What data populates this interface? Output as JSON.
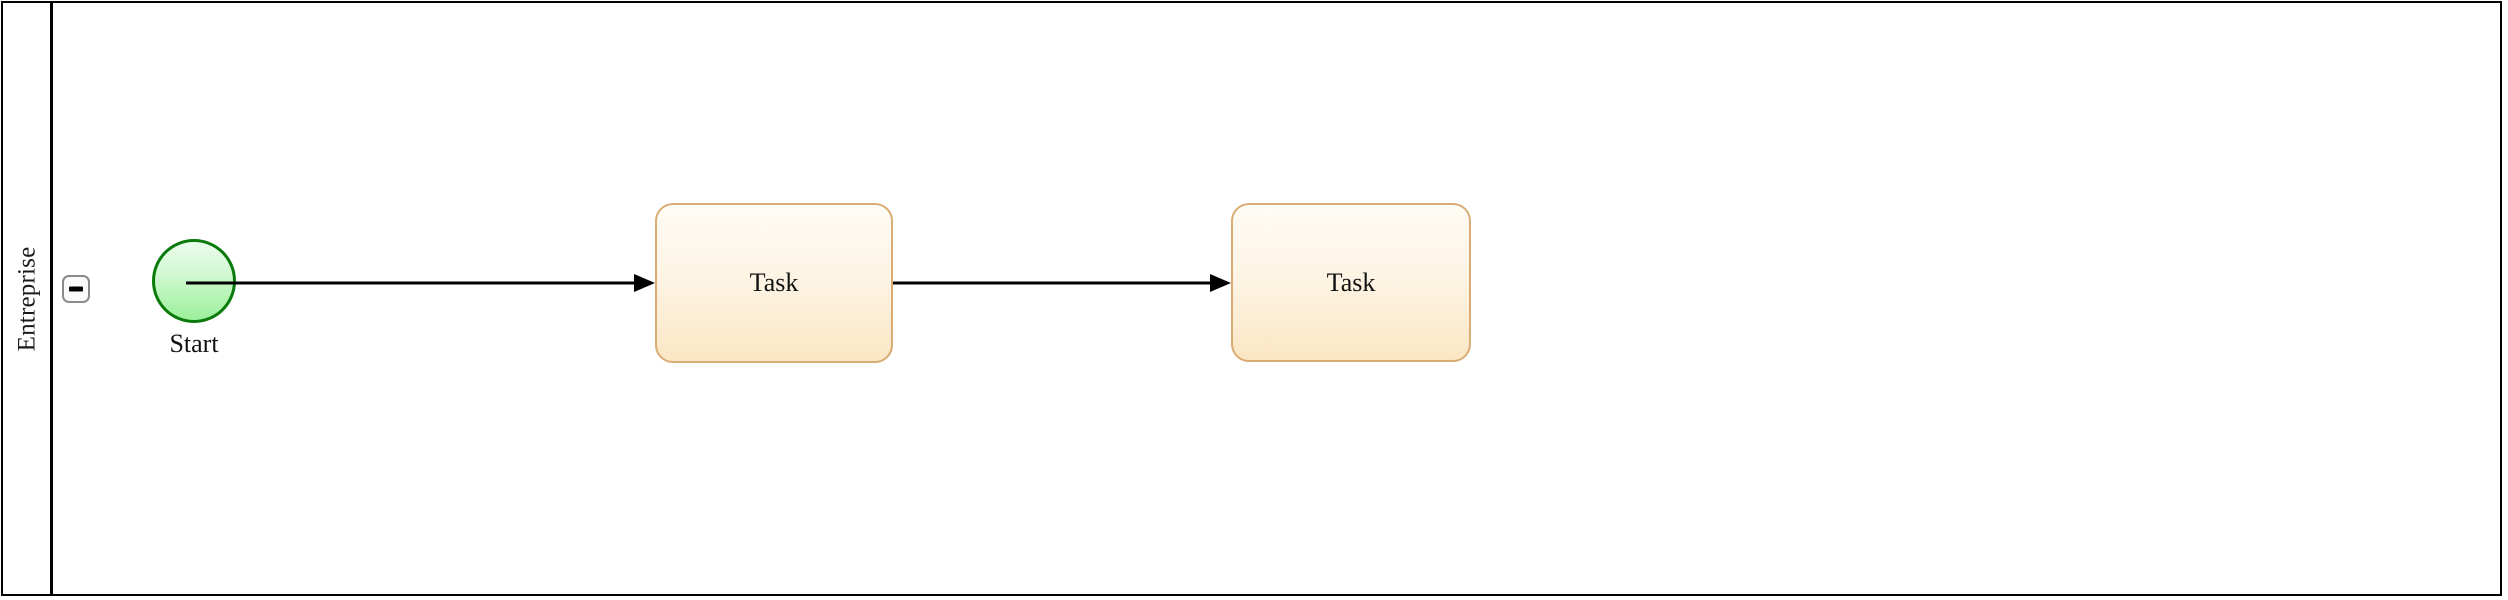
{
  "diagram": {
    "type": "bpmn-process",
    "pool": {
      "lane_title": "Entreprise",
      "collapse_button_icon": "minus-icon"
    },
    "nodes": [
      {
        "id": "start-event",
        "kind": "start-event",
        "label": "Start",
        "shape": "circle",
        "stroke": "#0a7a0a",
        "fill_top": "#ecfdec",
        "fill_bottom": "#9bf09b"
      },
      {
        "id": "task-1",
        "kind": "task",
        "label": "Task",
        "shape": "rounded-rect",
        "stroke": "#d9ac74",
        "fill_top": "#fefcf6",
        "fill_bottom": "#fbe6c4"
      },
      {
        "id": "task-2",
        "kind": "task",
        "label": "Task",
        "shape": "rounded-rect",
        "stroke": "#d9ac74",
        "fill_top": "#fefcf6",
        "fill_bottom": "#fbe6c4"
      }
    ],
    "flows": [
      {
        "id": "flow-1",
        "from": "start-event",
        "to": "task-1",
        "style": "solid-arrow",
        "color": "#000000"
      },
      {
        "id": "flow-2",
        "from": "task-1",
        "to": "task-2",
        "style": "solid-arrow",
        "color": "#000000"
      }
    ],
    "colors": {
      "pool_border": "#000000",
      "lane_divider": "#000000",
      "canvas_background": "#ffffff",
      "flow_line": "#000000",
      "button_border": "#8a8a8a",
      "button_fill": "#fbfbfb"
    }
  }
}
